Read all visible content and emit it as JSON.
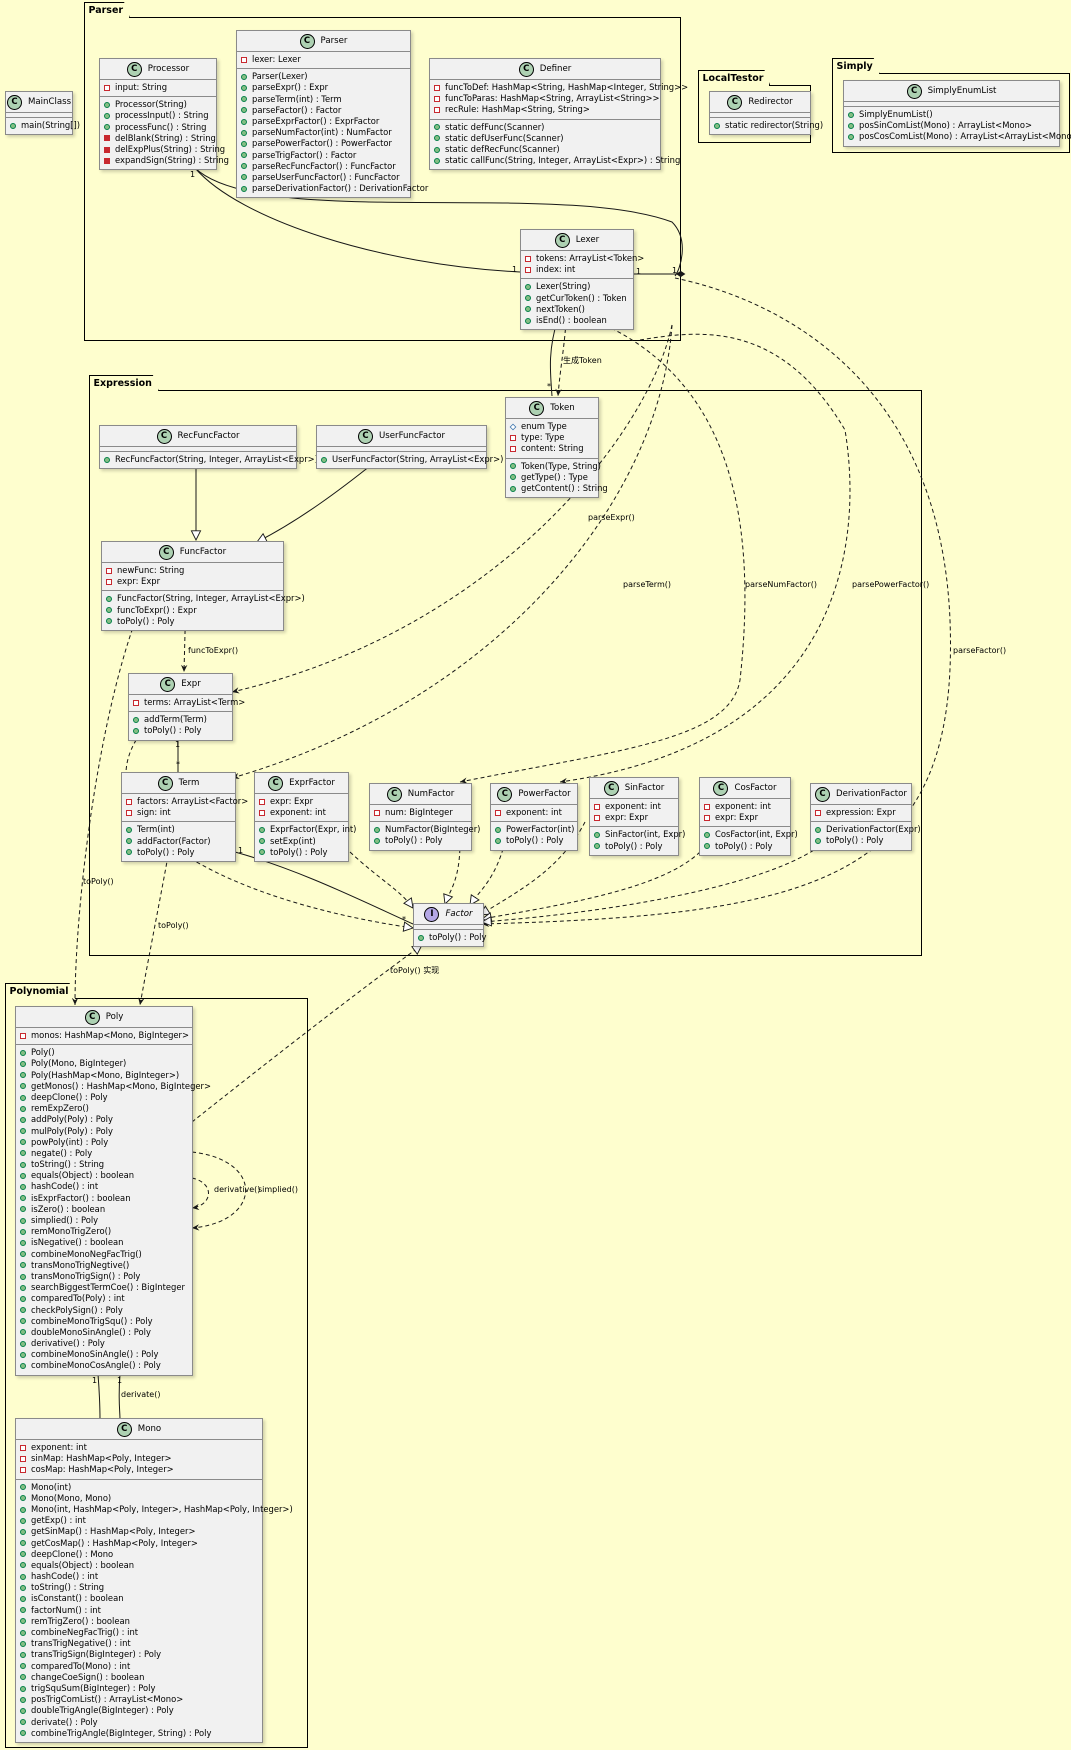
{
  "packages": {
    "parser": "Parser",
    "local_testor": "LocalTestor",
    "simply": "Simply",
    "expression": "Expression",
    "polynomial": "Polynomial"
  },
  "classes": {
    "main_class": {
      "name": "MainClass",
      "kind": "C",
      "fields": [],
      "methods": [
        [
          "public",
          "main(String[])"
        ]
      ]
    },
    "processor": {
      "name": "Processor",
      "kind": "C",
      "fields": [
        [
          "private",
          "input: String"
        ]
      ],
      "methods": [
        [
          "public",
          "Processor(String)"
        ],
        [
          "public",
          "processInput() : String"
        ],
        [
          "public",
          "processFunc() : String"
        ],
        [
          "private-method",
          "delBlank(String) : String"
        ],
        [
          "private-method",
          "delExpPlus(String) : String"
        ],
        [
          "private-method",
          "expandSign(String) : String"
        ]
      ]
    },
    "parser": {
      "name": "Parser",
      "kind": "C",
      "fields": [
        [
          "private",
          "lexer: Lexer"
        ]
      ],
      "methods": [
        [
          "public",
          "Parser(Lexer)"
        ],
        [
          "public",
          "parseExpr() : Expr"
        ],
        [
          "public",
          "parseTerm(int) : Term"
        ],
        [
          "public",
          "parseFactor() : Factor"
        ],
        [
          "public",
          "parseExprFactor() : ExprFactor"
        ],
        [
          "public",
          "parseNumFactor(int) : NumFactor"
        ],
        [
          "public",
          "parsePowerFactor() : PowerFactor"
        ],
        [
          "public",
          "parseTrigFactor() : Factor"
        ],
        [
          "public",
          "parseRecFuncFactor() : FuncFactor"
        ],
        [
          "public",
          "parseUserFuncFactor() : FuncFactor"
        ],
        [
          "public",
          "parseDerivationFactor() : DerivationFactor"
        ]
      ]
    },
    "definer": {
      "name": "Definer",
      "kind": "C",
      "fields": [
        [
          "private",
          "funcToDef: HashMap<String, HashMap<Integer, String>>"
        ],
        [
          "private",
          "funcToParas: HashMap<String, ArrayList<String>>"
        ],
        [
          "private",
          "recRule: HashMap<String, String>"
        ]
      ],
      "methods": [
        [
          "public",
          "static defFunc(Scanner)"
        ],
        [
          "public",
          "static defUserFunc(Scanner)"
        ],
        [
          "public",
          "static defRecFunc(Scanner)"
        ],
        [
          "public",
          "static callFunc(String, Integer, ArrayList<Expr>) : String"
        ]
      ]
    },
    "lexer": {
      "name": "Lexer",
      "kind": "C",
      "fields": [
        [
          "private",
          "tokens: ArrayList<Token>"
        ],
        [
          "private",
          "index: int"
        ]
      ],
      "methods": [
        [
          "public",
          "Lexer(String)"
        ],
        [
          "public",
          "getCurToken() : Token"
        ],
        [
          "public",
          "nextToken()"
        ],
        [
          "public",
          "isEnd() : boolean"
        ]
      ]
    },
    "redirector": {
      "name": "Redirector",
      "kind": "C",
      "fields": [],
      "methods": [
        [
          "public",
          "static redirector(String)"
        ]
      ]
    },
    "simply_enum_list": {
      "name": "SimplyEnumList",
      "kind": "C",
      "fields": [],
      "methods": [
        [
          "public",
          "SimplyEnumList()"
        ],
        [
          "public",
          "posSinComList(Mono) : ArrayList<Mono>"
        ],
        [
          "public",
          "posCosComList(Mono) : ArrayList<ArrayList<Mono>>"
        ]
      ]
    },
    "rec_func_factor": {
      "name": "RecFuncFactor",
      "kind": "C",
      "fields": [],
      "methods": [
        [
          "public",
          "RecFuncFactor(String, Integer, ArrayList<Expr>)"
        ]
      ]
    },
    "user_func_factor": {
      "name": "UserFuncFactor",
      "kind": "C",
      "fields": [],
      "methods": [
        [
          "public",
          "UserFuncFactor(String, ArrayList<Expr>)"
        ]
      ]
    },
    "token": {
      "name": "Token",
      "kind": "C",
      "fields": [
        [
          "package",
          "enum Type"
        ],
        [
          "private",
          "type: Type"
        ],
        [
          "private",
          "content: String"
        ]
      ],
      "methods": [
        [
          "public",
          "Token(Type, String)"
        ],
        [
          "public",
          "getType() : Type"
        ],
        [
          "public",
          "getContent() : String"
        ]
      ]
    },
    "func_factor": {
      "name": "FuncFactor",
      "kind": "C",
      "fields": [
        [
          "private",
          "newFunc: String"
        ],
        [
          "private",
          "expr: Expr"
        ]
      ],
      "methods": [
        [
          "public",
          "FuncFactor(String, Integer, ArrayList<Expr>)"
        ],
        [
          "public",
          "funcToExpr() : Expr"
        ],
        [
          "public",
          "toPoly() : Poly"
        ]
      ]
    },
    "expr": {
      "name": "Expr",
      "kind": "C",
      "fields": [
        [
          "private",
          "terms: ArrayList<Term>"
        ]
      ],
      "methods": [
        [
          "public",
          "addTerm(Term)"
        ],
        [
          "public",
          "toPoly() : Poly"
        ]
      ]
    },
    "term": {
      "name": "Term",
      "kind": "C",
      "fields": [
        [
          "private",
          "factors: ArrayList<Factor>"
        ],
        [
          "private",
          "sign: int"
        ]
      ],
      "methods": [
        [
          "public",
          "Term(int)"
        ],
        [
          "public",
          "addFactor(Factor)"
        ],
        [
          "public",
          "toPoly() : Poly"
        ]
      ]
    },
    "expr_factor": {
      "name": "ExprFactor",
      "kind": "C",
      "fields": [
        [
          "private",
          "expr: Expr"
        ],
        [
          "private",
          "exponent: int"
        ]
      ],
      "methods": [
        [
          "public",
          "ExprFactor(Expr, int)"
        ],
        [
          "public",
          "setExp(int)"
        ],
        [
          "public",
          "toPoly() : Poly"
        ]
      ]
    },
    "num_factor": {
      "name": "NumFactor",
      "kind": "C",
      "fields": [
        [
          "private",
          "num: BigInteger"
        ]
      ],
      "methods": [
        [
          "public",
          "NumFactor(BigInteger)"
        ],
        [
          "public",
          "toPoly() : Poly"
        ]
      ]
    },
    "power_factor": {
      "name": "PowerFactor",
      "kind": "C",
      "fields": [
        [
          "private",
          "exponent: int"
        ]
      ],
      "methods": [
        [
          "public",
          "PowerFactor(int)"
        ],
        [
          "public",
          "toPoly() : Poly"
        ]
      ]
    },
    "sin_factor": {
      "name": "SinFactor",
      "kind": "C",
      "fields": [
        [
          "private",
          "exponent: int"
        ],
        [
          "private",
          "expr: Expr"
        ]
      ],
      "methods": [
        [
          "public",
          "SinFactor(int, Expr)"
        ],
        [
          "public",
          "toPoly() : Poly"
        ]
      ]
    },
    "cos_factor": {
      "name": "CosFactor",
      "kind": "C",
      "fields": [
        [
          "private",
          "exponent: int"
        ],
        [
          "private",
          "expr: Expr"
        ]
      ],
      "methods": [
        [
          "public",
          "CosFactor(int, Expr)"
        ],
        [
          "public",
          "toPoly() : Poly"
        ]
      ]
    },
    "derivation_factor": {
      "name": "DerivationFactor",
      "kind": "C",
      "fields": [
        [
          "private",
          "expression: Expr"
        ]
      ],
      "methods": [
        [
          "public",
          "DerivationFactor(Expr)"
        ],
        [
          "public",
          "toPoly() : Poly"
        ]
      ]
    },
    "factor": {
      "name": "Factor",
      "kind": "I",
      "fields": [],
      "methods": [
        [
          "public",
          "toPoly() : Poly"
        ]
      ]
    },
    "poly": {
      "name": "Poly",
      "kind": "C",
      "fields": [
        [
          "private",
          "monos: HashMap<Mono, BigInteger>"
        ]
      ],
      "methods": [
        [
          "public",
          "Poly()"
        ],
        [
          "public",
          "Poly(Mono, BigInteger)"
        ],
        [
          "public",
          "Poly(HashMap<Mono, BigInteger>)"
        ],
        [
          "public",
          "getMonos() : HashMap<Mono, BigInteger>"
        ],
        [
          "public",
          "deepClone() : Poly"
        ],
        [
          "public",
          "remExpZero()"
        ],
        [
          "public",
          "addPoly(Poly) : Poly"
        ],
        [
          "public",
          "mulPoly(Poly) : Poly"
        ],
        [
          "public",
          "powPoly(int) : Poly"
        ],
        [
          "public",
          "negate() : Poly"
        ],
        [
          "public",
          "toString() : String"
        ],
        [
          "public",
          "equals(Object) : boolean"
        ],
        [
          "public",
          "hashCode() : int"
        ],
        [
          "public",
          "isExprFactor() : boolean"
        ],
        [
          "public",
          "isZero() : boolean"
        ],
        [
          "public",
          "simplied() : Poly"
        ],
        [
          "public",
          "remMonoTrigZero()"
        ],
        [
          "public",
          "isNegative() : boolean"
        ],
        [
          "public",
          "combineMonoNegFacTrig()"
        ],
        [
          "public",
          "transMonoTrigNegtive()"
        ],
        [
          "public",
          "transMonoTrigSign() : Poly"
        ],
        [
          "public",
          "searchBiggestTermCoe() : BigInteger"
        ],
        [
          "public",
          "comparedTo(Poly) : int"
        ],
        [
          "public",
          "checkPolySign() : Poly"
        ],
        [
          "public",
          "combineMonoTrigSqu() : Poly"
        ],
        [
          "public",
          "doubleMonoSinAngle() : Poly"
        ],
        [
          "public",
          "derivative() : Poly"
        ],
        [
          "public",
          "combineMonoSinAngle() : Poly"
        ],
        [
          "public",
          "combineMonoCosAngle() : Poly"
        ]
      ]
    },
    "mono": {
      "name": "Mono",
      "kind": "C",
      "fields": [
        [
          "private",
          "exponent: int"
        ],
        [
          "private",
          "sinMap: HashMap<Poly, Integer>"
        ],
        [
          "private",
          "cosMap: HashMap<Poly, Integer>"
        ]
      ],
      "methods": [
        [
          "public",
          "Mono(int)"
        ],
        [
          "public",
          "Mono(Mono, Mono)"
        ],
        [
          "public",
          "Mono(int, HashMap<Poly, Integer>, HashMap<Poly, Integer>)"
        ],
        [
          "public",
          "getExp() : int"
        ],
        [
          "public",
          "getSinMap() : HashMap<Poly, Integer>"
        ],
        [
          "public",
          "getCosMap() : HashMap<Poly, Integer>"
        ],
        [
          "public",
          "deepClone() : Mono"
        ],
        [
          "public",
          "equals(Object) : boolean"
        ],
        [
          "public",
          "hashCode() : int"
        ],
        [
          "public",
          "toString() : String"
        ],
        [
          "public",
          "isConstant() : boolean"
        ],
        [
          "public",
          "factorNum() : int"
        ],
        [
          "public",
          "remTrigZero() : boolean"
        ],
        [
          "public",
          "combineNegFacTrig() : int"
        ],
        [
          "public",
          "transTrigNegative() : int"
        ],
        [
          "public",
          "transTrigSign(BigInteger) : Poly"
        ],
        [
          "public",
          "comparedTo(Mono) : int"
        ],
        [
          "public",
          "changeCoeSign() : boolean"
        ],
        [
          "public",
          "trigSquSum(BigInteger) : Poly"
        ],
        [
          "public",
          "posTrigComList() : ArrayList<Mono>"
        ],
        [
          "public",
          "doubleTrigAngle(BigInteger) : Poly"
        ],
        [
          "public",
          "derivate() : Poly"
        ],
        [
          "public",
          "combineTrigAngle(BigInteger, String) : Poly"
        ]
      ]
    }
  },
  "labels": {
    "mult_one": "1",
    "mult_star": "*",
    "gen_token": "生成Token",
    "parse_expr": "parseExpr()",
    "parse_term": "parseTerm()",
    "parse_num_factor": "parseNumFactor()",
    "parse_power_factor": "parsePowerFactor()",
    "parse_factor": "parseFactor()",
    "func_to_expr": "funcToExpr()",
    "to_poly": "toPoly()",
    "to_poly_impl": "toPoly() 实现",
    "derivative": "derivative()",
    "simplied": "simplied()",
    "derivate": "derivate()"
  }
}
